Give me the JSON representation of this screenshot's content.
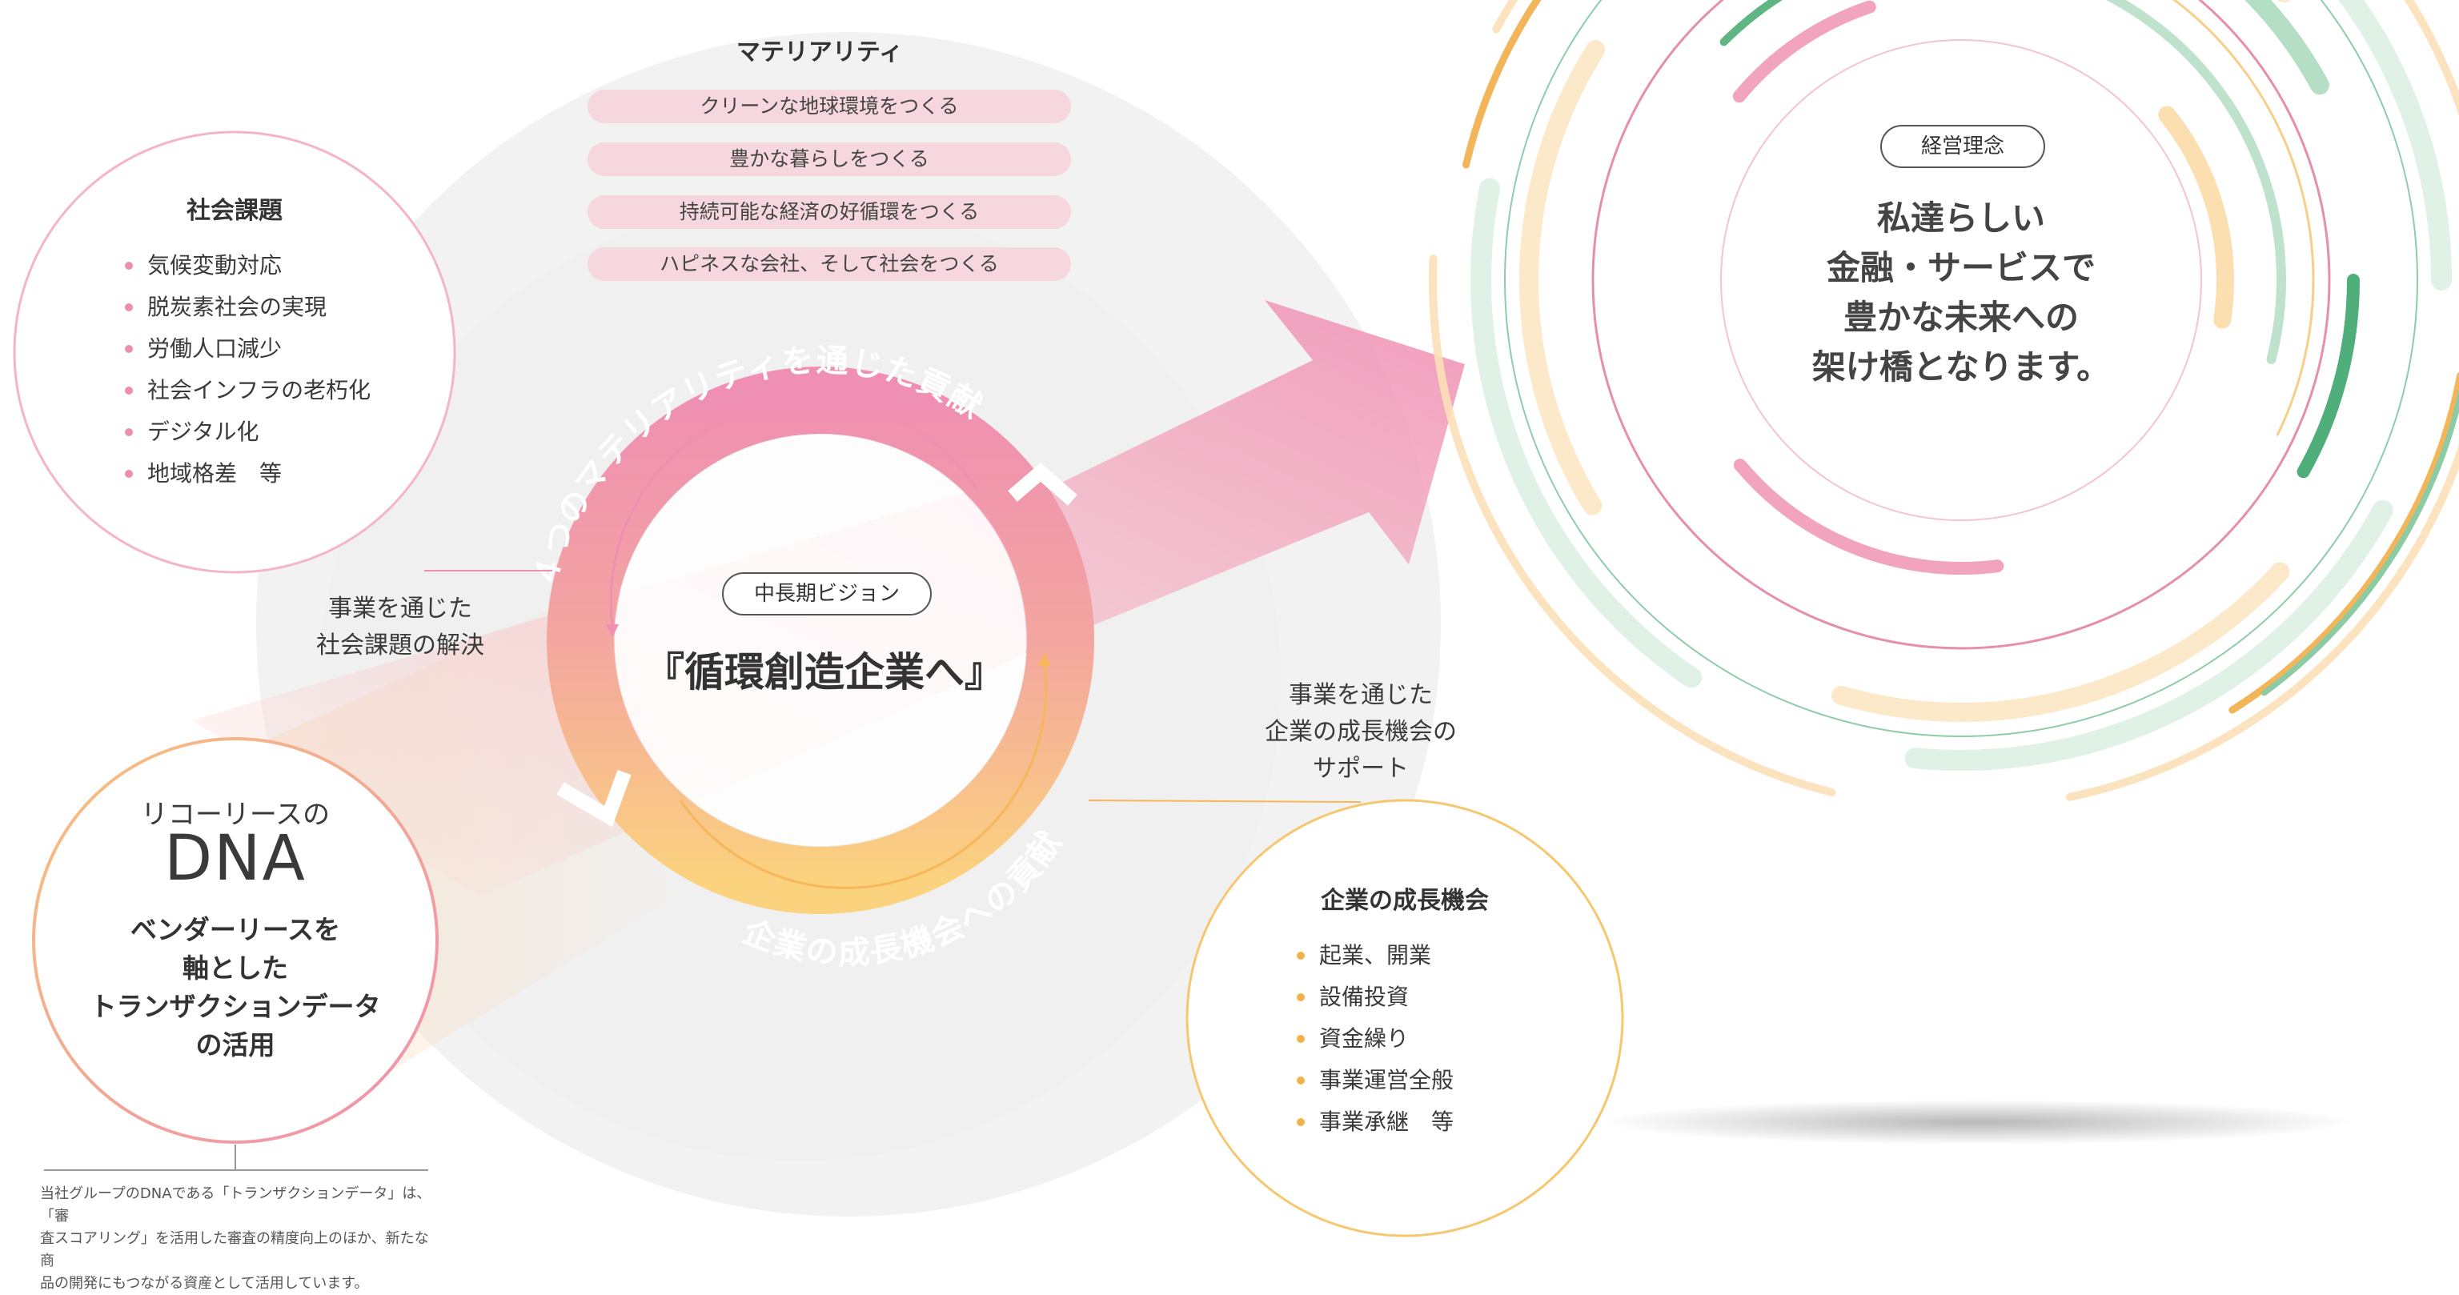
{
  "materiality": {
    "title": "マテリアリティ",
    "items": [
      "クリーンな地球環境をつくる",
      "豊かな暮らしをつくる",
      "持続可能な経済の好循環をつくる",
      "ハピネスな会社、そして社会をつくる"
    ]
  },
  "social_issues": {
    "title": "社会課題",
    "items": [
      "気候変動対応",
      "脱炭素社会の実現",
      "労働人口減少",
      "社会インフラの老朽化",
      "デジタル化",
      "地域格差　等"
    ]
  },
  "label_social": {
    "line1": "事業を通じた",
    "line2": "社会課題の解決"
  },
  "ring": {
    "top_text": "４つのマテリアリティを通じた貢献",
    "bottom_text": "企業の成長機会への貢献"
  },
  "vision": {
    "badge": "中長期ビジョン",
    "title": "『循環創造企業へ』"
  },
  "philosophy": {
    "badge": "経営理念",
    "line1": "私達らしい",
    "line2": "金融・サービスで",
    "line3": "豊かな未来への",
    "line4": "架け橋となります。"
  },
  "label_growth": {
    "line1": "事業を通じた",
    "line2": "企業の成長機会の",
    "line3": "サポート"
  },
  "growth": {
    "title": "企業の成長機会",
    "items": [
      "起業、開業",
      "設備投資",
      "資金繰り",
      "事業運営全般",
      "事業承継　等"
    ]
  },
  "dna": {
    "line1": "リコーリースの",
    "big": "DNA",
    "body1": "ベンダーリースを",
    "body2": "軸とした",
    "body3": "トランザクションデータ",
    "body4": "の活用"
  },
  "footnote": {
    "line1": "当社グループのDNAである「トランザクションデータ」は、「審",
    "line2": "査スコアリング」を活用した審査の精度向上のほか、新たな商",
    "line3": "品の開発にもつながる資産として活用しています。"
  },
  "colors": {
    "pink": "#ec8fae",
    "orange": "#f5b75a",
    "green": "#5fb583"
  }
}
